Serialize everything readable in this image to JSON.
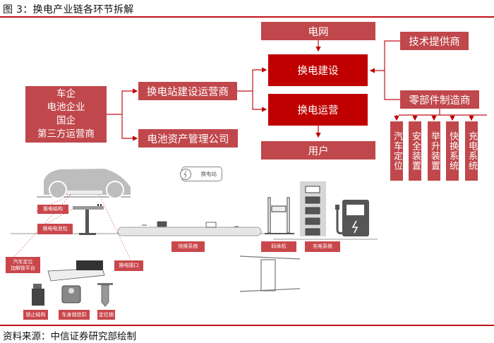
{
  "figure": {
    "title": "图 3：换电产业链各环节拆解",
    "source": "资料来源：中信证券研究部绘制"
  },
  "diagram": {
    "participants": [
      "车企",
      "电池企业",
      "国企",
      "第三方运营商"
    ],
    "operator_types": {
      "station_builder": "换电站建设运营商",
      "battery_asset_manager": "电池资产管理公司"
    },
    "grid": "电网",
    "core": {
      "construction": "换电建设",
      "operation": "换电运营"
    },
    "user": "用户",
    "suppliers": {
      "tech_provider": "技术提供商",
      "parts_manufacturer": "零部件制造商"
    },
    "parts": [
      "汽车定位",
      "安全装置",
      "举升装置",
      "快换系统",
      "充电系统"
    ]
  },
  "illustration": {
    "station_badge": "换电站",
    "labels": {
      "swap_structure": "换电结构",
      "swap_battery_pack": "换电电池包",
      "vehicle_positioning": "汽车定位\n加解锁平台",
      "swap_interface": "换电接口",
      "quick_swap_system": "快换系统",
      "stacker": "码垛机",
      "charging_system": "充电系统",
      "lock_structure": "锁止结构",
      "body_hook": "车身锁挂扣",
      "locating_pin": "定位销"
    }
  },
  "colors": {
    "accent_red": "#c00000",
    "box_red": "#c0474b",
    "rule_red": "#c0111a"
  }
}
